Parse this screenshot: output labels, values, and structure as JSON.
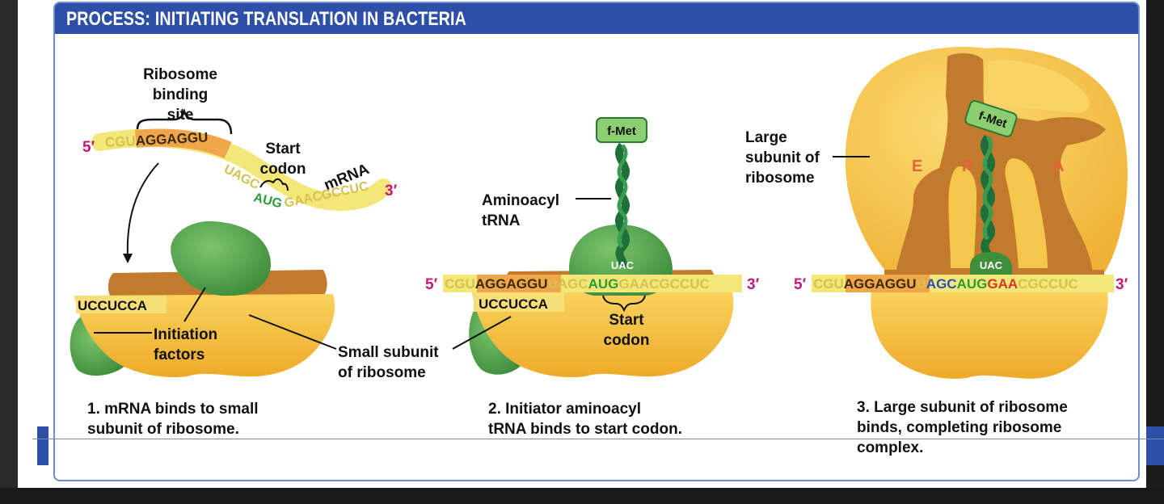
{
  "header": {
    "title": "PROCESS: INITIATING TRANSLATION IN BACTERIA"
  },
  "colors": {
    "header_blue": "#2d4fa8",
    "ribosome_yellow": "#f6c244",
    "ribosome_brown": "#c47a2c",
    "initiation_green": "#4ea84a",
    "trna_green": "#2b8a3e",
    "mrna_yellow": "#f4e77a",
    "rbs_orange": "#f0a64a",
    "prime_magenta": "#c2187a"
  },
  "panel1": {
    "ribosome_binding_site": [
      "Ribosome",
      "binding",
      "site"
    ],
    "start_codon": [
      "Start",
      "codon"
    ],
    "mrna_label": "mRNA",
    "five_prime": "5′",
    "three_prime": "3′",
    "seq_pre": "CGU",
    "seq_rbs": "AGGAGGU",
    "seq_spacer": "UAGC",
    "seq_start": "AUG",
    "seq_post": "GAACGCCUC",
    "rrna_seq": "UCCUCCA",
    "initiation_factors": [
      "Initiation",
      "factors"
    ],
    "small_subunit": [
      "Small subunit",
      "of ribosome"
    ],
    "caption_num": "1.",
    "caption": [
      "mRNA binds to small",
      "subunit of ribosome."
    ]
  },
  "panel2": {
    "fmet": "f-Met",
    "aminoacyl_trna": [
      "Aminoacyl",
      "tRNA"
    ],
    "anticodon": "UAC",
    "five_prime": "5′",
    "three_prime": "3′",
    "seq_pre": "CGU",
    "seq_rbs": "AGGAGGU",
    "seq_spacer": "UAGC",
    "seq_start": "AUG",
    "seq_post": "GAACGCCUC",
    "rrna_seq": "UCCUCCA",
    "start_codon": [
      "Start",
      "codon"
    ],
    "caption_num": "2.",
    "caption": [
      "Initiator aminoacyl",
      "tRNA binds to start codon."
    ]
  },
  "panel3": {
    "fmet": "f-Met",
    "large_subunit": [
      "Large",
      "subunit of",
      "ribosome"
    ],
    "site_e": "E",
    "site_p": "P",
    "site_a": "A",
    "anticodon": "UAC",
    "five_prime": "5′",
    "three_prime": "3′",
    "seq_pre": "CGU",
    "seq_rbs": "AGGAGGU",
    "seq_u": "U",
    "seq_agc": "AGC",
    "seq_start": "AUG",
    "seq_gaa": "GAA",
    "seq_post": "CGCCUC",
    "caption_num": "3.",
    "caption": [
      "Large subunit of ribosome",
      "binds, completing ribosome",
      "complex."
    ]
  }
}
